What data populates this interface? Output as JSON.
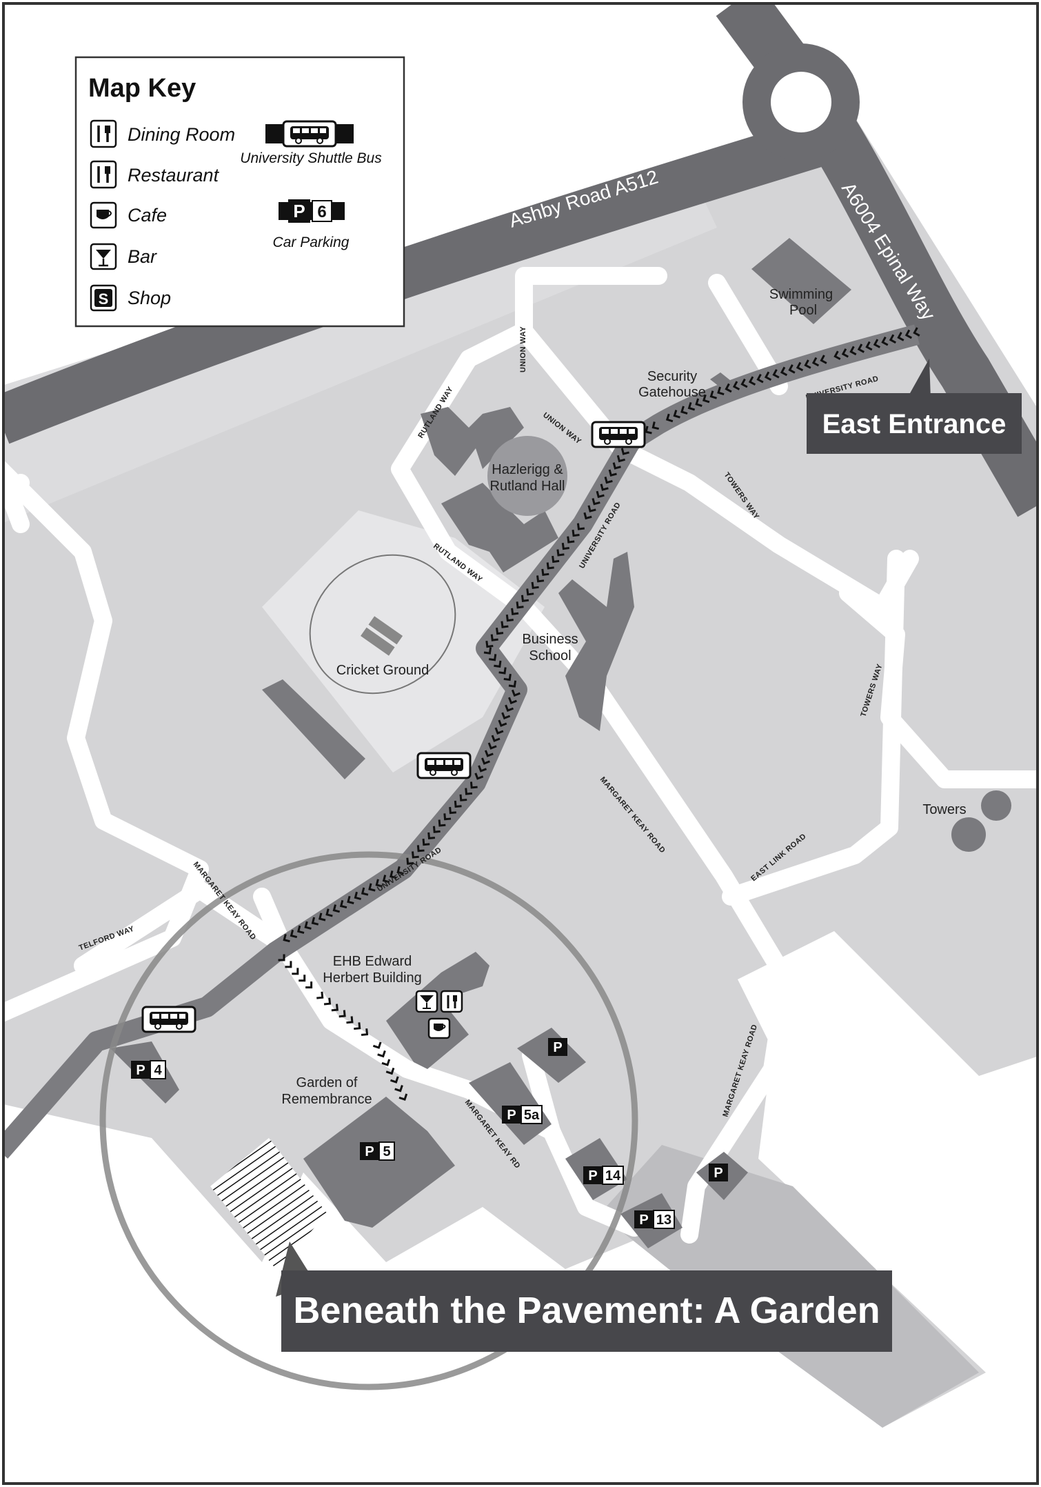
{
  "colors": {
    "ground": "#d4d4d6",
    "light_ground": "#e6e6e8",
    "road_white": "#ffffff",
    "main_road": "#6c6c70",
    "building": "#7a7a7e",
    "route": "#7c7c80",
    "callout_bg": "#47474b"
  },
  "key": {
    "title": "Map Key",
    "items": [
      {
        "label": "Dining Room",
        "icon": "dining-room-icon"
      },
      {
        "label": "Restaurant",
        "icon": "restaurant-icon"
      },
      {
        "label": "Cafe",
        "icon": "cafe-icon"
      },
      {
        "label": "Bar",
        "icon": "bar-icon"
      },
      {
        "label": "Shop",
        "icon": "shop-icon",
        "glyph": "S"
      }
    ],
    "shuttle_label": "University Shuttle Bus",
    "parking_label": "Car Parking",
    "parking_sample": {
      "p": "P",
      "num": "6"
    }
  },
  "roads": {
    "ashby": "Ashby Road  A512",
    "epinal": "A6004  Epinal Way",
    "union_way_1": "UNION WAY",
    "union_way_2": "UNION WAY",
    "rutland_way_1": "RUTLAND WAY",
    "rutland_way_2": "RUTLAND WAY",
    "university_road_1": "UNIVERSITY ROAD",
    "university_road_2": "UNIVERSITY ROAD",
    "university_road_3": "UNIVERSITY ROAD",
    "towers_way_1": "TOWERS WAY",
    "towers_way_2": "TOWERS WAY",
    "margaret_keay_1": "MARGARET KEAY ROAD",
    "margaret_keay_2": "MARGARET KEAY ROAD",
    "margaret_keay_3": "MARGARET KEAY ROAD",
    "margaret_keay_rd": "MARGARET KEAY RD",
    "east_link": "EAST LINK ROAD",
    "telford": "TELFORD WAY"
  },
  "places": {
    "swimming_pool": [
      "Swimming",
      "Pool"
    ],
    "security": [
      "Security",
      "Gatehouse"
    ],
    "hazlerigg": [
      "Hazlerigg &",
      "Rutland Hall"
    ],
    "cricket": "Cricket Ground",
    "business": [
      "Business",
      "School"
    ],
    "towers": "Towers",
    "ehb": [
      "EHB Edward",
      "Herbert Building"
    ],
    "garden": [
      "Garden of",
      "Remembrance"
    ]
  },
  "parking": [
    {
      "p": "P",
      "num": "4"
    },
    {
      "p": "P",
      "num": "5"
    },
    {
      "p": "P",
      "num": "5a"
    },
    {
      "p": "P",
      "num": "14"
    },
    {
      "p": "P",
      "num": "13"
    },
    {
      "p": "P",
      "num": ""
    },
    {
      "p": "P",
      "num": ""
    }
  ],
  "callouts": {
    "east_entrance": "East Entrance",
    "garden": "Beneath the Pavement: A Garden"
  }
}
